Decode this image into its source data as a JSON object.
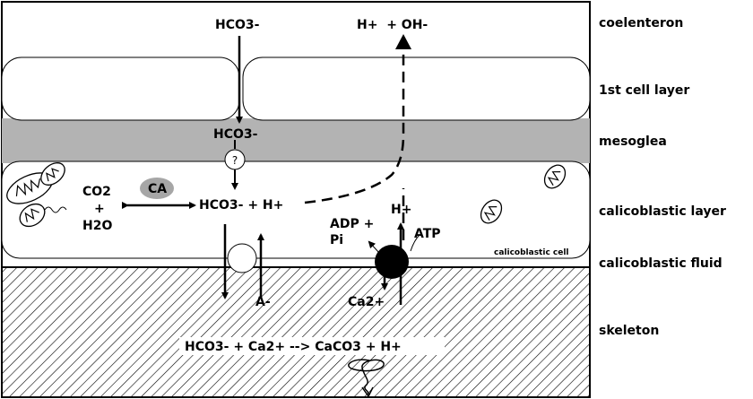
{
  "side_labels": {
    "coelenteron": "coelenteron",
    "first_cell_layer": "1st cell layer",
    "mesoglea": "mesoglea",
    "calicoblastic_layer": "calicoblastic layer",
    "calicoblastic_fluid": "calicoblastic fluid",
    "skeleton": "skeleton"
  },
  "coelenteron": {
    "hco3_top": "HCO3-",
    "h_oh": "H+  + OH-"
  },
  "mesoglea": {
    "hco3": "HCO3-",
    "unknown_transporter": "?"
  },
  "calicoblastic_layer": {
    "co2": "CO2",
    "plus": "+",
    "h2o": "H2O",
    "enzyme": "CA",
    "hco3_h": "HCO3- + H+",
    "h_plus": "H+",
    "adp": "ADP +",
    "pi": "Pi",
    "atp": "ATP",
    "cell_label": "calicoblastic cell"
  },
  "fluid": {
    "anion": "A-",
    "ca": "Ca2+"
  },
  "skeleton": {
    "reaction": "HCO3- + Ca2+ --> CaCO3 + H+"
  }
}
